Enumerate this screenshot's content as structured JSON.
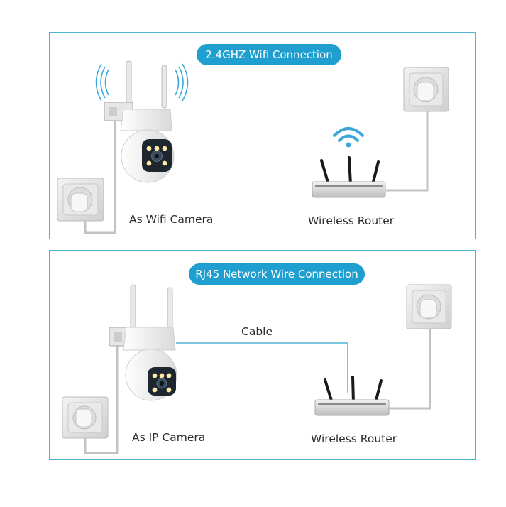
{
  "wifi_panel": {
    "title": "2.4GHZ Wifi Connection",
    "camera_label": "As Wifi Camera",
    "router_label": "Wireless Router"
  },
  "wired_panel": {
    "title": "RJ45 Network Wire Connection",
    "cable_label": "Cable",
    "camera_label": "As IP Camera",
    "router_label": "Wireless Router"
  },
  "colors": {
    "frame": "#4fb3d0",
    "pill": "#1f9fcf",
    "wifi_waves": "#3aa7d8",
    "cable": "#4fb3d0",
    "cord": "#bfc3c6"
  },
  "icons": [
    "wifi-signal-icon",
    "camera-signal-icon",
    "power-socket-icon",
    "ptz-camera-icon",
    "router-icon"
  ]
}
